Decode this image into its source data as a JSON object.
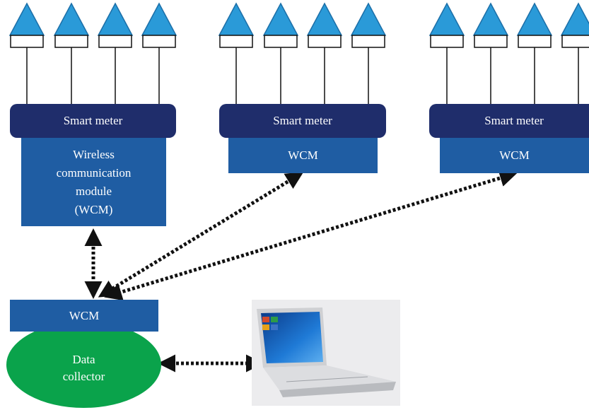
{
  "meters": [
    {
      "label": "Smart meter",
      "module_label": "Wireless communication module (WCM)",
      "module_lines": [
        "Wireless",
        "communication",
        "module",
        "(WCM)"
      ]
    },
    {
      "label": "Smart meter",
      "module_label": "WCM"
    },
    {
      "label": "Smart meter",
      "module_label": "WCM"
    }
  ],
  "collector": {
    "wcm_label": "WCM",
    "lines": [
      "Data",
      "collector"
    ]
  },
  "colors": {
    "meter": "#1f2d6b",
    "wcm": "#1f5da3",
    "collector": "#0aa34b",
    "antenna": "#2a9ad8",
    "link": "#111111"
  },
  "icons": [
    "antenna-icon",
    "laptop-icon"
  ]
}
